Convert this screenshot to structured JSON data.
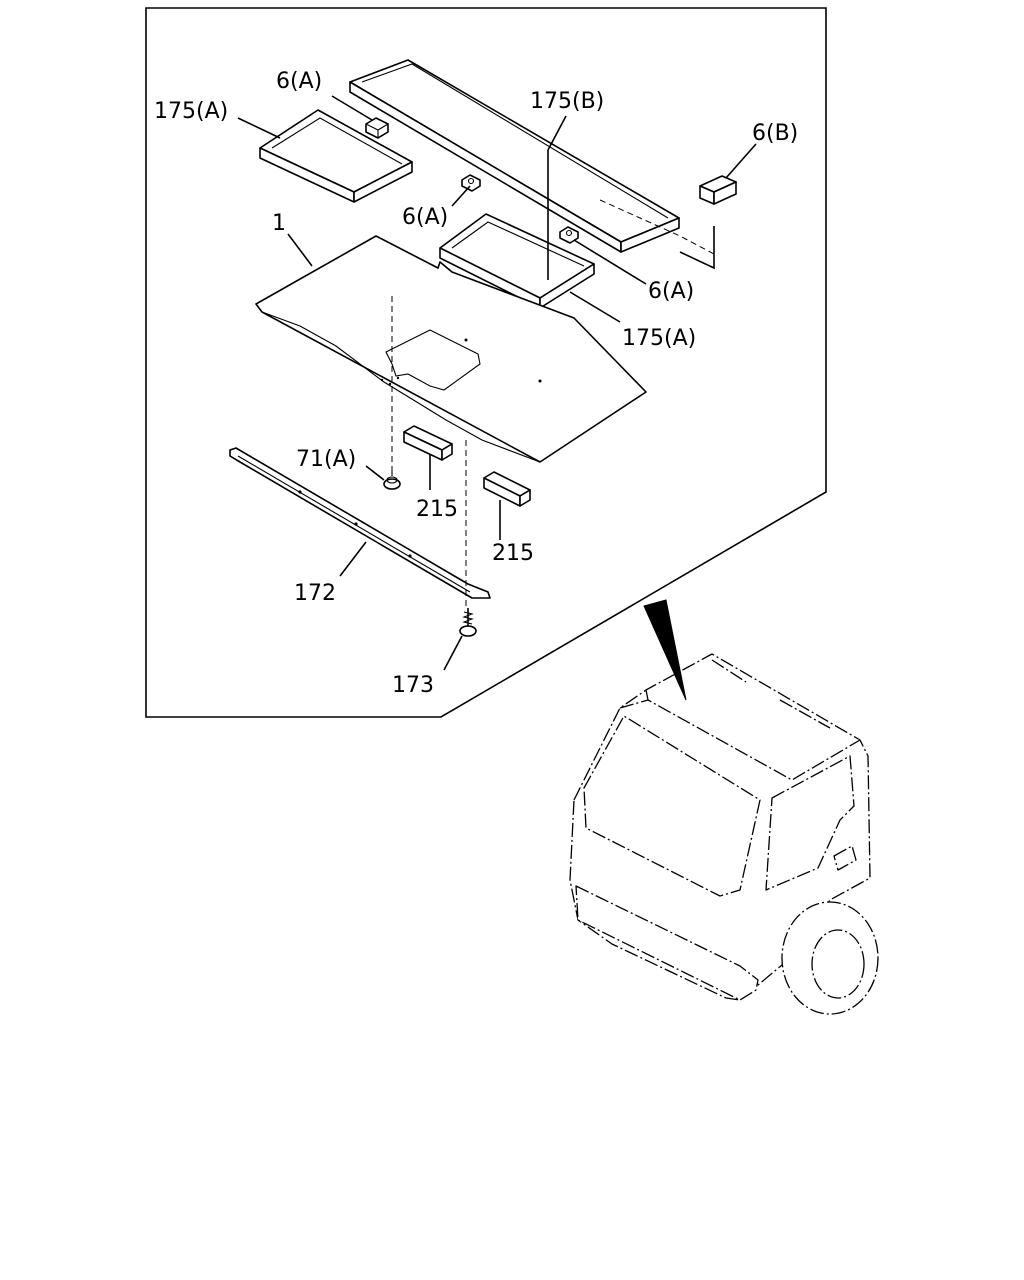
{
  "labels": {
    "l_175A_top": "175(A)",
    "l_6A_top": "6(A)",
    "l_175B": "175(B)",
    "l_6B": "6(B)",
    "l_6A_mid": "6(A)",
    "l_1": "1",
    "l_6A_right": "6(A)",
    "l_175A_right": "175(A)",
    "l_71A": "71(A)",
    "l_215_left": "215",
    "l_215_right": "215",
    "l_172": "172",
    "l_173": "173"
  }
}
